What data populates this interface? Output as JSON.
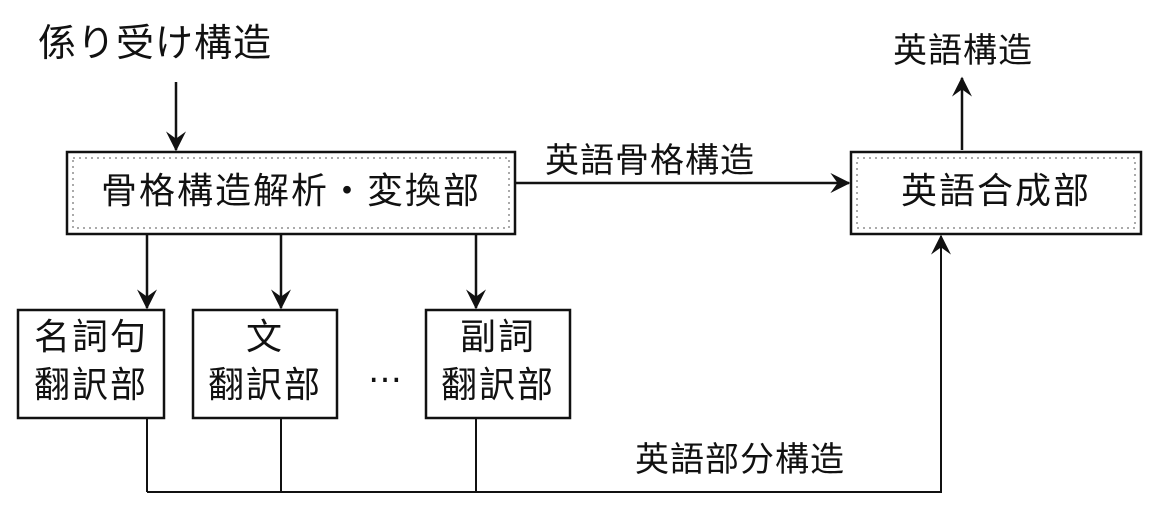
{
  "input_label": "係り受け構造",
  "output_label": "英語構造",
  "analyzer": {
    "label": "骨格構造解析・変換部"
  },
  "synthesizer": {
    "label": "英語合成部"
  },
  "skeleton_edge_label": "英語骨格構造",
  "partial_edge_label": "英語部分構造",
  "translators": [
    {
      "line1": "名詞句",
      "line2": "翻訳部"
    },
    {
      "line1": "文",
      "line2": "翻訳部"
    },
    {
      "line1": "副詞",
      "line2": "翻訳部"
    }
  ],
  "ellipsis": "…"
}
